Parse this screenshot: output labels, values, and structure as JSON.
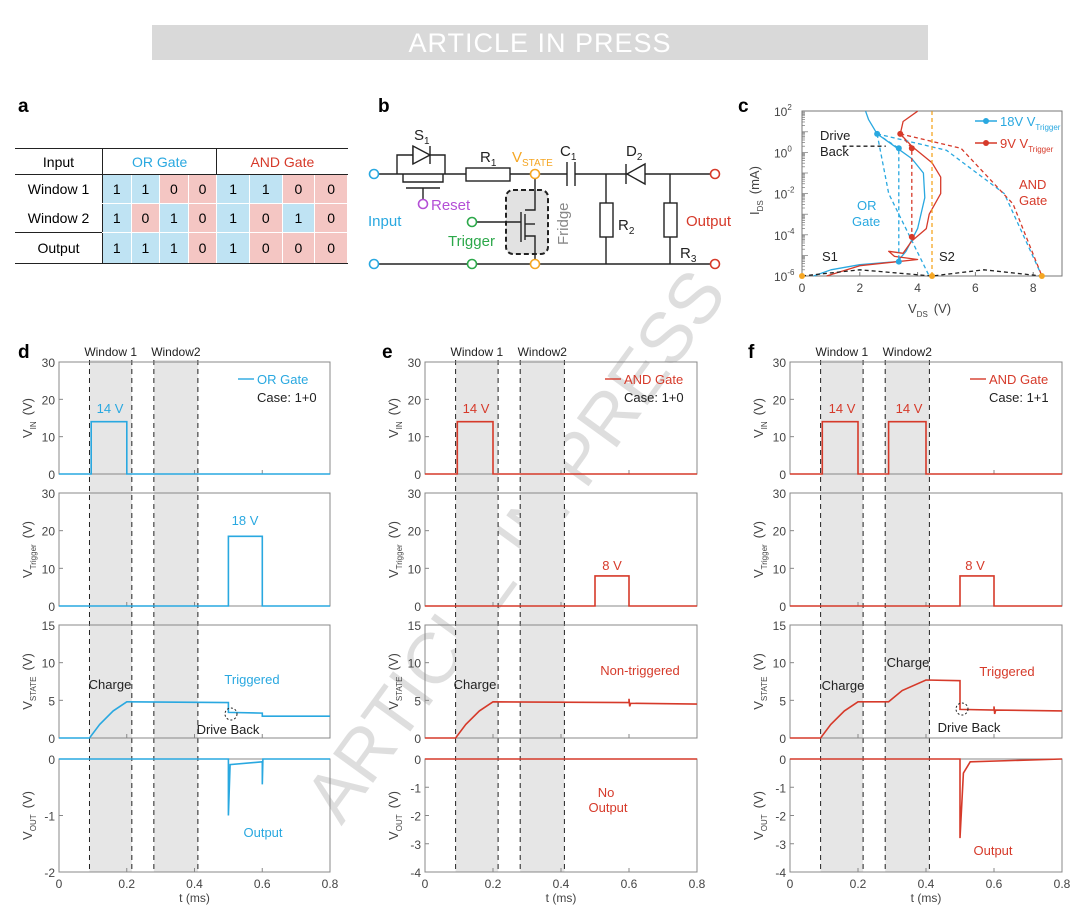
{
  "banner": "ARTICLE IN PRESS",
  "watermark": "ARTICLE IN PRESS",
  "panel_labels": [
    "a",
    "b",
    "c",
    "d",
    "e",
    "f"
  ],
  "truth_table": {
    "headers": [
      "Input",
      "OR Gate",
      "AND Gate"
    ],
    "rows": [
      {
        "label": "Window 1",
        "or": [
          "1",
          "1",
          "0",
          "0"
        ],
        "and": [
          "1",
          "1",
          "0",
          "0"
        ]
      },
      {
        "label": "Window 2",
        "or": [
          "1",
          "0",
          "1",
          "0"
        ],
        "and": [
          "1",
          "0",
          "1",
          "0"
        ]
      },
      {
        "label": "Output",
        "or": [
          "1",
          "1",
          "1",
          "0"
        ],
        "and": [
          "1",
          "0",
          "0",
          "0"
        ]
      }
    ]
  },
  "circuit": {
    "s1": "S",
    "s1_sub": "1",
    "r1": "R",
    "r1_sub": "1",
    "vstate": "V",
    "vstate_sub": "STATE",
    "c1": "C",
    "c1_sub": "1",
    "d2": "D",
    "d2_sub": "2",
    "reset": "Reset",
    "input": "Input",
    "trigger": "Trigger",
    "fridge": "Fridge",
    "r2": "R",
    "r2_sub": "2",
    "output": "Output",
    "r3": "R",
    "r3_sub": "3"
  },
  "colors": {
    "or": "#29a8e0",
    "and": "#d63a2a",
    "state": "#f5a623",
    "reset": "#b44fd6",
    "trigger": "#2ca84a"
  },
  "chart_data": [
    {
      "panel": "c",
      "type": "line",
      "xlabel": "V",
      "xlabel_sub": "DS",
      "xlabel_unit": "(V)",
      "ylabel": "I",
      "ylabel_sub": "DS",
      "ylabel_unit": "(mA)",
      "xlim": [
        0,
        9
      ],
      "ylim_log10": [
        -6,
        2
      ],
      "xticks": [
        "0",
        "2",
        "4",
        "6",
        "8"
      ],
      "yticks": [
        {
          "base": "10",
          "exp": "-6"
        },
        {
          "base": "10",
          "exp": "-4"
        },
        {
          "base": "10",
          "exp": "-2"
        },
        {
          "base": "10",
          "exp": "0"
        },
        {
          "base": "10",
          "exp": "2"
        }
      ],
      "legend": [
        {
          "label": "18V V",
          "sub": "Trigger",
          "color": "#29a8e0"
        },
        {
          "label": "9V V",
          "sub": "Trigger",
          "color": "#d63a2a"
        }
      ],
      "annotations": {
        "drive_back_1": "Drive",
        "drive_back_2": "Back",
        "or_1": "OR",
        "or_2": "Gate",
        "and_1": "AND",
        "and_2": "Gate",
        "s1": "S1",
        "s2": "S2"
      },
      "series": [
        {
          "name": "OR sweep",
          "color": "#29a8e0",
          "dash": false,
          "points": [
            [
              0.4,
              -6
            ],
            [
              1,
              -5.7
            ],
            [
              2,
              -5.45
            ],
            [
              3.3,
              -5.3
            ],
            [
              3.6,
              -4.8
            ],
            [
              4.0,
              -3.7
            ],
            [
              4.25,
              -2.2
            ],
            [
              4.2,
              -1
            ],
            [
              3.8,
              -0.3
            ],
            [
              3.3,
              0.2
            ],
            [
              2.6,
              0.9
            ],
            [
              2.3,
              1.6
            ],
            [
              2.2,
              2
            ]
          ]
        },
        {
          "name": "AND sweep",
          "color": "#d63a2a",
          "dash": false,
          "points": [
            [
              0.85,
              -6
            ],
            [
              2,
              -5.5
            ],
            [
              4.0,
              -5.2
            ],
            [
              3.2,
              -5.05
            ],
            [
              3.0,
              -4.8
            ],
            [
              3.5,
              -4.9
            ],
            [
              3.8,
              -4.3
            ],
            [
              4.3,
              -3.7
            ],
            [
              4.4,
              -3.0
            ],
            [
              4.8,
              -2
            ],
            [
              4.8,
              -1.2
            ],
            [
              4.5,
              -0.5
            ],
            [
              3.8,
              0.3
            ],
            [
              3.4,
              0.9
            ],
            [
              3.5,
              1.5
            ],
            [
              4.0,
              2
            ]
          ]
        },
        {
          "name": "OR path 1",
          "color": "#29a8e0",
          "dash": true,
          "points": [
            [
              2.6,
              0.9
            ],
            [
              3.0,
              -2
            ],
            [
              4.4,
              -6
            ]
          ]
        },
        {
          "name": "OR path 2",
          "color": "#29a8e0",
          "dash": true,
          "points": [
            [
              2.6,
              0.9
            ],
            [
              5,
              0.1
            ],
            [
              7,
              -2
            ],
            [
              8.3,
              -6
            ]
          ]
        },
        {
          "name": "OR path 3",
          "color": "#29a8e0",
          "dash": true,
          "points": [
            [
              2.6,
              0.9
            ],
            [
              3.35,
              0.2
            ],
            [
              3.35,
              -5.2
            ]
          ]
        },
        {
          "name": "AND path 1",
          "color": "#d63a2a",
          "dash": true,
          "points": [
            [
              3.4,
              0.9
            ],
            [
              5.5,
              0.2
            ],
            [
              7.3,
              -2.5
            ],
            [
              8.3,
              -6
            ]
          ]
        },
        {
          "name": "AND path 2",
          "color": "#d63a2a",
          "dash": true,
          "points": [
            [
              3.4,
              0.9
            ],
            [
              3.8,
              0.2
            ],
            [
              3.8,
              -4.1
            ]
          ]
        },
        {
          "name": "Transition",
          "color": "#222222",
          "dash": true,
          "points": [
            [
              0,
              -6
            ],
            [
              2,
              -5.7
            ],
            [
              4.5,
              -6
            ],
            [
              6.3,
              -5.7
            ],
            [
              8.3,
              -6
            ]
          ]
        },
        {
          "name": "Drive back arrow",
          "color": "#222222",
          "dash": true,
          "points": [
            [
              1.4,
              0.3
            ],
            [
              2.9,
              0.3
            ]
          ]
        },
        {
          "name": "S2 threshold",
          "color": "#f5a623",
          "dash": true,
          "points": [
            [
              4.5,
              -6
            ],
            [
              4.5,
              2
            ]
          ]
        }
      ],
      "markers": [
        {
          "color": "#f5a623",
          "points": [
            [
              0,
              -6
            ],
            [
              4.5,
              -6
            ],
            [
              8.3,
              -6
            ]
          ]
        },
        {
          "color": "#29a8e0",
          "points": [
            [
              2.6,
              0.9
            ],
            [
              3.35,
              0.2
            ],
            [
              3.35,
              -5.3
            ]
          ]
        },
        {
          "color": "#d63a2a",
          "points": [
            [
              3.4,
              0.9
            ],
            [
              3.8,
              0.2
            ],
            [
              3.8,
              -4.1
            ]
          ]
        }
      ]
    },
    {
      "panel": "d",
      "type": "line",
      "color": "#29a8e0",
      "legend": "OR Gate",
      "case": "Case: 1+0",
      "windows": [
        "Window 1",
        "Window2"
      ],
      "xlabel": "t (ms)",
      "xticks": [
        "0",
        "0.2",
        "0.4",
        "0.6",
        "0.8"
      ],
      "xlim": [
        0,
        0.8
      ],
      "rows": [
        {
          "ylabel": "V",
          "sub": "IN",
          "unit": "(V)",
          "ylim": [
            0,
            30
          ],
          "yticks": [
            "0",
            "10",
            "20",
            "30"
          ],
          "points": [
            [
              0,
              0
            ],
            [
              0.095,
              0
            ],
            [
              0.095,
              14
            ],
            [
              0.2,
              14
            ],
            [
              0.2,
              0
            ],
            [
              0.8,
              0
            ]
          ]
        },
        {
          "ylabel": "V",
          "sub": "Trigger",
          "unit": "(V)",
          "ylim": [
            0,
            30
          ],
          "yticks": [
            "0",
            "10",
            "20",
            "30"
          ],
          "points": [
            [
              0,
              0
            ],
            [
              0.5,
              0
            ],
            [
              0.5,
              18.5
            ],
            [
              0.6,
              18.5
            ],
            [
              0.6,
              0
            ],
            [
              0.8,
              0
            ]
          ]
        },
        {
          "ylabel": "V",
          "sub": "STATE",
          "unit": "(V)",
          "ylim": [
            0,
            15
          ],
          "yticks": [
            "0",
            "5",
            "10",
            "15"
          ],
          "points": [
            [
              0,
              0
            ],
            [
              0.09,
              0
            ],
            [
              0.12,
              1.8
            ],
            [
              0.16,
              3.6
            ],
            [
              0.2,
              4.8
            ],
            [
              0.5,
              4.7
            ],
            [
              0.5,
              3.4
            ],
            [
              0.6,
              3.3
            ],
            [
              0.6,
              2.9
            ],
            [
              0.8,
              2.9
            ]
          ]
        },
        {
          "ylabel": "V",
          "sub": "OUT",
          "unit": "(V)",
          "ylim": [
            -2,
            0
          ],
          "yticks": [
            "-2",
            "-1",
            "0"
          ],
          "points": [
            [
              0,
              0
            ],
            [
              0.5,
              0
            ],
            [
              0.5,
              -1
            ],
            [
              0.505,
              -0.1
            ],
            [
              0.6,
              -0.05
            ],
            [
              0.6,
              -0.45
            ],
            [
              0.602,
              0
            ],
            [
              0.8,
              0
            ]
          ]
        }
      ],
      "annotations": [
        "14 V",
        "18 V",
        "Charge",
        "Triggered",
        "Drive Back",
        "Output"
      ]
    },
    {
      "panel": "e",
      "type": "line",
      "color": "#d63a2a",
      "legend": "AND Gate",
      "case": "Case: 1+0",
      "windows": [
        "Window 1",
        "Window2"
      ],
      "xlabel": "t (ms)",
      "xticks": [
        "0",
        "0.2",
        "0.4",
        "0.6",
        "0.8"
      ],
      "xlim": [
        0,
        0.8
      ],
      "rows": [
        {
          "ylabel": "V",
          "sub": "IN",
          "unit": "(V)",
          "ylim": [
            0,
            30
          ],
          "yticks": [
            "0",
            "10",
            "20",
            "30"
          ],
          "points": [
            [
              0,
              0
            ],
            [
              0.095,
              0
            ],
            [
              0.095,
              14
            ],
            [
              0.2,
              14
            ],
            [
              0.2,
              0
            ],
            [
              0.8,
              0
            ]
          ]
        },
        {
          "ylabel": "V",
          "sub": "Trigger",
          "unit": "(V)",
          "ylim": [
            0,
            30
          ],
          "yticks": [
            "0",
            "10",
            "20",
            "30"
          ],
          "points": [
            [
              0,
              0
            ],
            [
              0.5,
              0
            ],
            [
              0.5,
              8
            ],
            [
              0.6,
              8
            ],
            [
              0.6,
              0
            ],
            [
              0.8,
              0
            ]
          ]
        },
        {
          "ylabel": "V",
          "sub": "STATE",
          "unit": "(V)",
          "ylim": [
            0,
            15
          ],
          "yticks": [
            "0",
            "5",
            "10",
            "15"
          ],
          "points": [
            [
              0,
              0
            ],
            [
              0.09,
              0
            ],
            [
              0.12,
              1.8
            ],
            [
              0.16,
              3.6
            ],
            [
              0.2,
              4.8
            ],
            [
              0.6,
              4.7
            ],
            [
              0.6,
              5.2
            ],
            [
              0.602,
              4.2
            ],
            [
              0.605,
              4.6
            ],
            [
              0.8,
              4.5
            ]
          ]
        },
        {
          "ylabel": "V",
          "sub": "OUT",
          "unit": "(V)",
          "ylim": [
            -4,
            0
          ],
          "yticks": [
            "-4",
            "-3",
            "-2",
            "-1",
            "0"
          ],
          "points": [
            [
              0,
              0
            ],
            [
              0.8,
              0
            ]
          ]
        }
      ],
      "annotations": [
        "14 V",
        "8 V",
        "Charge",
        "Non-triggered",
        "No",
        "Output"
      ]
    },
    {
      "panel": "f",
      "type": "line",
      "color": "#d63a2a",
      "legend": "AND Gate",
      "case": "Case: 1+1",
      "windows": [
        "Window 1",
        "Window2"
      ],
      "xlabel": "t (ms)",
      "xticks": [
        "0",
        "0.2",
        "0.4",
        "0.6",
        "0.8"
      ],
      "xlim": [
        0,
        0.8
      ],
      "rows": [
        {
          "ylabel": "V",
          "sub": "IN",
          "unit": "(V)",
          "ylim": [
            0,
            30
          ],
          "yticks": [
            "0",
            "10",
            "20",
            "30"
          ],
          "points": [
            [
              0,
              0
            ],
            [
              0.095,
              0
            ],
            [
              0.095,
              14
            ],
            [
              0.2,
              14
            ],
            [
              0.2,
              0
            ],
            [
              0.29,
              0
            ],
            [
              0.29,
              14
            ],
            [
              0.4,
              14
            ],
            [
              0.4,
              0
            ],
            [
              0.8,
              0
            ]
          ]
        },
        {
          "ylabel": "V",
          "sub": "Trigger",
          "unit": "(V)",
          "ylim": [
            0,
            30
          ],
          "yticks": [
            "0",
            "10",
            "20",
            "30"
          ],
          "points": [
            [
              0,
              0
            ],
            [
              0.5,
              0
            ],
            [
              0.5,
              8
            ],
            [
              0.6,
              8
            ],
            [
              0.6,
              0
            ],
            [
              0.8,
              0
            ]
          ]
        },
        {
          "ylabel": "V",
          "sub": "STATE",
          "unit": "(V)",
          "ylim": [
            0,
            15
          ],
          "yticks": [
            "0",
            "5",
            "10",
            "15"
          ],
          "points": [
            [
              0,
              0
            ],
            [
              0.09,
              0
            ],
            [
              0.12,
              1.8
            ],
            [
              0.16,
              3.6
            ],
            [
              0.2,
              4.8
            ],
            [
              0.29,
              4.8
            ],
            [
              0.33,
              6.3
            ],
            [
              0.4,
              7.7
            ],
            [
              0.5,
              7.6
            ],
            [
              0.5,
              3.8
            ],
            [
              0.6,
              3.7
            ],
            [
              0.6,
              4.2
            ],
            [
              0.602,
              3.2
            ],
            [
              0.605,
              3.7
            ],
            [
              0.8,
              3.6
            ]
          ]
        },
        {
          "ylabel": "V",
          "sub": "OUT",
          "unit": "(V)",
          "ylim": [
            -4,
            0
          ],
          "yticks": [
            "-4",
            "-3",
            "-2",
            "-1",
            "0"
          ],
          "points": [
            [
              0,
              0
            ],
            [
              0.5,
              0
            ],
            [
              0.5,
              -2.8
            ],
            [
              0.51,
              -0.5
            ],
            [
              0.53,
              -0.1
            ],
            [
              0.8,
              0
            ]
          ]
        }
      ],
      "annotations": [
        "14 V",
        "14 V",
        "8 V",
        "Charge",
        "Charge",
        "Triggered",
        "Drive Back",
        "Output"
      ]
    }
  ]
}
